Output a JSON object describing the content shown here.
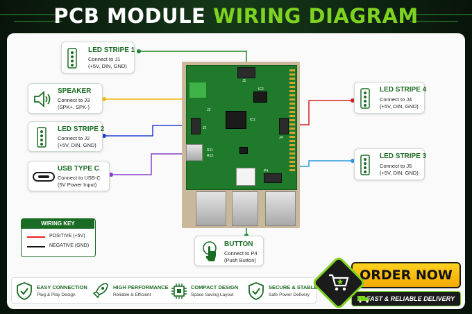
{
  "title": {
    "part1": "PCB MODULE",
    "part2": "WIRING DIAGRAM"
  },
  "callouts": {
    "led1": {
      "title": "LED STRIPE 1",
      "line1": "Connect to J1",
      "line2": "(+5V, DIN, GND)"
    },
    "speaker": {
      "title": "SPEAKER",
      "line1": "Connect to J3",
      "line2": "(SPK+, SPK-)"
    },
    "led2": {
      "title": "LED STRIPE 2",
      "line1": "Connect to J2",
      "line2": "(+5V, DIN, GND)"
    },
    "usb": {
      "title": "USB TYPE C",
      "line1": "Connect to USB-C",
      "line2": "(5V Power Input)"
    },
    "led4": {
      "title": "LED STRIPE 4",
      "line1": "Connect to J4",
      "line2": "(+5V, DIN, GND)"
    },
    "led3": {
      "title": "LED STRIPE 3",
      "line1": "Connect to J5",
      "line2": "(+5V, DIN, GND)"
    },
    "button": {
      "title": "BUTTON",
      "line1": "Connect to P4",
      "line2": "(Push Button)"
    }
  },
  "board_labels": {
    "j3": "J3",
    "j1": "J1",
    "j2": "J2",
    "j4": "J4",
    "p4": "P4",
    "ic2": "IC2",
    "ic1": "IC1",
    "r11": "R11",
    "r12": "R12"
  },
  "wiring_key": {
    "title": "WIRING KEY",
    "positive": {
      "label": "POSITIVE (+5V)",
      "color": "#e02020"
    },
    "negative": {
      "label": "NEGATIVE (GND)",
      "color": "#111111"
    }
  },
  "wire_colors": {
    "led1": "#1a8a2a",
    "speaker": "#f5b800",
    "led2": "#1f3fd6",
    "usb": "#8a3fc9",
    "led4": "#d42020",
    "led3": "#2a9ae0",
    "button": "#1a8a2a"
  },
  "features": [
    {
      "title": "EASY CONNECTION",
      "desc": "Plug & Play Design"
    },
    {
      "title": "HIGH PERFORMANCE",
      "desc": "Reliable & Efficient"
    },
    {
      "title": "COMPACT DESIGN",
      "desc": "Space Saving Layout"
    },
    {
      "title": "SECURE & STABLE",
      "desc": "Safe Power Delivery"
    }
  ],
  "order": {
    "button": "ORDER NOW",
    "delivery": "FAST & RELIABLE DELIVERY"
  },
  "colors": {
    "accent": "#7ed321",
    "brand_green": "#1a6b23",
    "order_yellow": "#ffc20e"
  }
}
